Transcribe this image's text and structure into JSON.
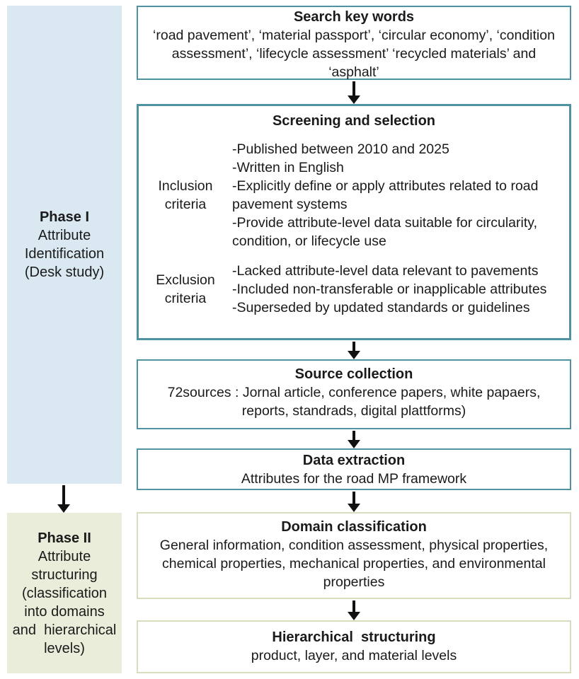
{
  "colors": {
    "phase1_fill": "#d9e8f1",
    "phase2_fill": "#e9edda",
    "teal_border": "#4f93a3",
    "olive_border": "#d9ddc0",
    "arrow": "#111111",
    "text": "#1a1a1a"
  },
  "left": {
    "phase1": {
      "title": "Phase I",
      "lines": [
        "Attribute",
        "Identification",
        "(Desk study)"
      ]
    },
    "phase2": {
      "title": "Phase II",
      "lines": [
        "Attribute",
        "structuring",
        "(classification",
        "into domains",
        "and  hierarchical",
        "levels)"
      ]
    }
  },
  "flow": {
    "search": {
      "title": "Search key words",
      "body": "‘road pavement’, ‘material passport’, ‘circular economy’, ‘condition assessment’, ‘lifecycle assessment’ ‘recycled materials’ and ‘asphalt’"
    },
    "screening": {
      "title": "Screening and selection",
      "inclusion_label": "Inclusion criteria",
      "inclusion_items": [
        "-Published between 2010 and 2025",
        "-Written in English",
        "-Explicitly define or apply attributes related to road pavement systems",
        "-Provide attribute-level data suitable for circularity, condition, or lifecycle use"
      ],
      "exclusion_label": "Exclusion criteria",
      "exclusion_items": [
        "-Lacked attribute-level data relevant to pavements",
        "-Included non-transferable or inapplicable attributes",
        "-Superseded by updated standards or guidelines"
      ]
    },
    "source": {
      "title": "Source collection",
      "body": "72sources : Jornal article, conference papers, white papaers, reports, standrads, digital plattforms)"
    },
    "extraction": {
      "title": "Data extraction",
      "body": "Attributes for the road MP framework"
    },
    "domain": {
      "title": "Domain classification",
      "body": "General information, condition assessment, physical properties, chemical properties, mechanical properties, and environmental properties"
    },
    "hierarchy": {
      "title": "Hierarchical  structuring",
      "body": "product, layer, and material levels"
    }
  }
}
